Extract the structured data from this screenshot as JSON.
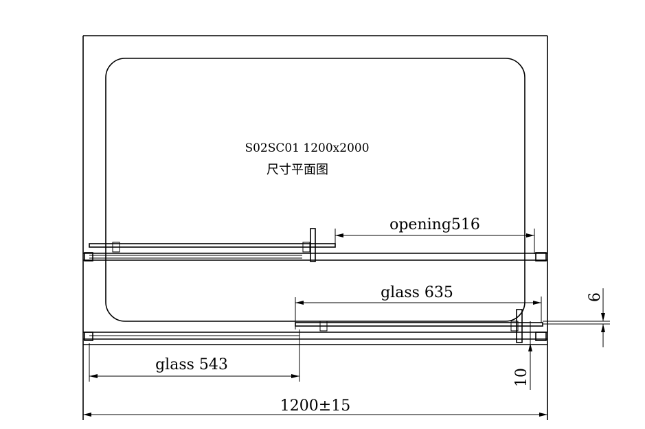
{
  "drawing": {
    "title": "S02SC01  1200x2000",
    "subtitle": "尺寸平面图",
    "dimensions": {
      "opening": "opening516",
      "glass_fixed": "glass 635",
      "glass_sliding": "glass 543",
      "overall_width": "1200±15",
      "gap_6": "6",
      "gap_10": "10"
    },
    "line_color": "#000000",
    "background": "#ffffff"
  }
}
